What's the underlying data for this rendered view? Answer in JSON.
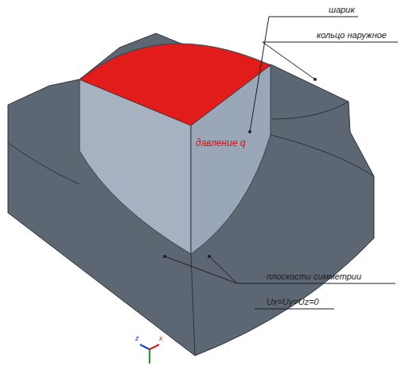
{
  "diagram": {
    "labels": [
      "шарик",
      "кольцо наружное",
      "давление q",
      "плоскости симметрии",
      "Ux=Uy=Uz=0",
      "z",
      "x"
    ]
  }
}
